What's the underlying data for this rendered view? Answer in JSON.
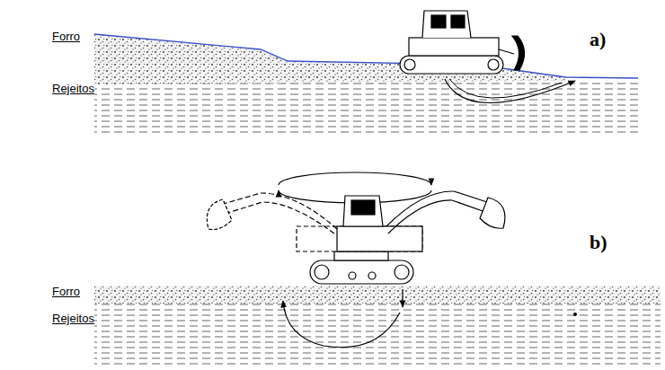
{
  "diagram": {
    "labels": [
      "Forro",
      "Rejeitos",
      "a)",
      "Forro",
      "Rejeitos",
      "b)"
    ]
  }
}
